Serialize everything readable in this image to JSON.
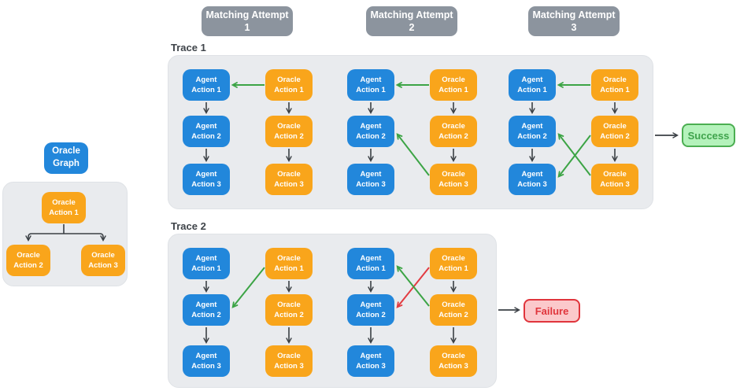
{
  "colors": {
    "agent_box": "#2287DB",
    "oracle_box": "#F9A51B",
    "attempt_header_bg": "#8C949E",
    "panel_bg": "#E9EBEE",
    "flow_arrow": "#3A3F44",
    "match_arrow": "#3CA445",
    "mismatch_arrow": "#E23B41",
    "success_bg": "#B4F2BB",
    "success_border": "#4BAE51",
    "success_text": "#3FA34C",
    "failure_bg": "#FBC9CB",
    "failure_border": "#E0353C",
    "failure_text": "#E0353C"
  },
  "headers": [
    "Matching Attempt\n1",
    "Matching Attempt\n2",
    "Matching Attempt\n3"
  ],
  "oracle_graph": {
    "title": "Oracle\nGraph",
    "nodes": [
      "Oracle\nAction 1",
      "Oracle\nAction 2",
      "Oracle\nAction 3"
    ],
    "edges": [
      {
        "from": "Oracle Action 1",
        "to": "Oracle Action 2"
      },
      {
        "from": "Oracle Action 1",
        "to": "Oracle Action 3"
      }
    ]
  },
  "traces": [
    {
      "label": "Trace 1",
      "outcome": {
        "label": "Success",
        "status": "success"
      },
      "attempts": [
        {
          "attempt": 1,
          "agent": [
            "Agent\nAction 1",
            "Agent\nAction 2",
            "Agent\nAction 3"
          ],
          "oracle": [
            "Oracle\nAction 1",
            "Oracle\nAction 2",
            "Oracle\nAction 3"
          ],
          "matches": [
            {
              "from_oracle": 1,
              "to_agent": 1,
              "result": "match"
            }
          ]
        },
        {
          "attempt": 2,
          "agent": [
            "Agent\nAction 1",
            "Agent\nAction 2",
            "Agent\nAction 3"
          ],
          "oracle": [
            "Oracle\nAction 1",
            "Oracle\nAction 2",
            "Oracle\nAction 3"
          ],
          "matches": [
            {
              "from_oracle": 1,
              "to_agent": 1,
              "result": "match"
            },
            {
              "from_oracle": 3,
              "to_agent": 2,
              "result": "match"
            }
          ]
        },
        {
          "attempt": 3,
          "agent": [
            "Agent\nAction 1",
            "Agent\nAction 2",
            "Agent\nAction 3"
          ],
          "oracle": [
            "Oracle\nAction 1",
            "Oracle\nAction 2",
            "Oracle\nAction 3"
          ],
          "matches": [
            {
              "from_oracle": 1,
              "to_agent": 1,
              "result": "match"
            },
            {
              "from_oracle": 2,
              "to_agent": 3,
              "result": "match"
            },
            {
              "from_oracle": 3,
              "to_agent": 2,
              "result": "match"
            }
          ]
        }
      ]
    },
    {
      "label": "Trace 2",
      "outcome": {
        "label": "Failure",
        "status": "failure"
      },
      "attempts": [
        {
          "attempt": 1,
          "agent": [
            "Agent\nAction 1",
            "Agent\nAction 2",
            "Agent\nAction 3"
          ],
          "oracle": [
            "Oracle\nAction 1",
            "Oracle\nAction 2",
            "Oracle\nAction 3"
          ],
          "matches": [
            {
              "from_oracle": 1,
              "to_agent": 2,
              "result": "match"
            }
          ]
        },
        {
          "attempt": 2,
          "agent": [
            "Agent\nAction 1",
            "Agent\nAction 2",
            "Agent\nAction 3"
          ],
          "oracle": [
            "Oracle\nAction 1",
            "Oracle\nAction 2",
            "Oracle\nAction 3"
          ],
          "matches": [
            {
              "from_oracle": 1,
              "to_agent": 2,
              "result": "mismatch"
            },
            {
              "from_oracle": 2,
              "to_agent": 1,
              "result": "match"
            }
          ]
        }
      ]
    }
  ]
}
